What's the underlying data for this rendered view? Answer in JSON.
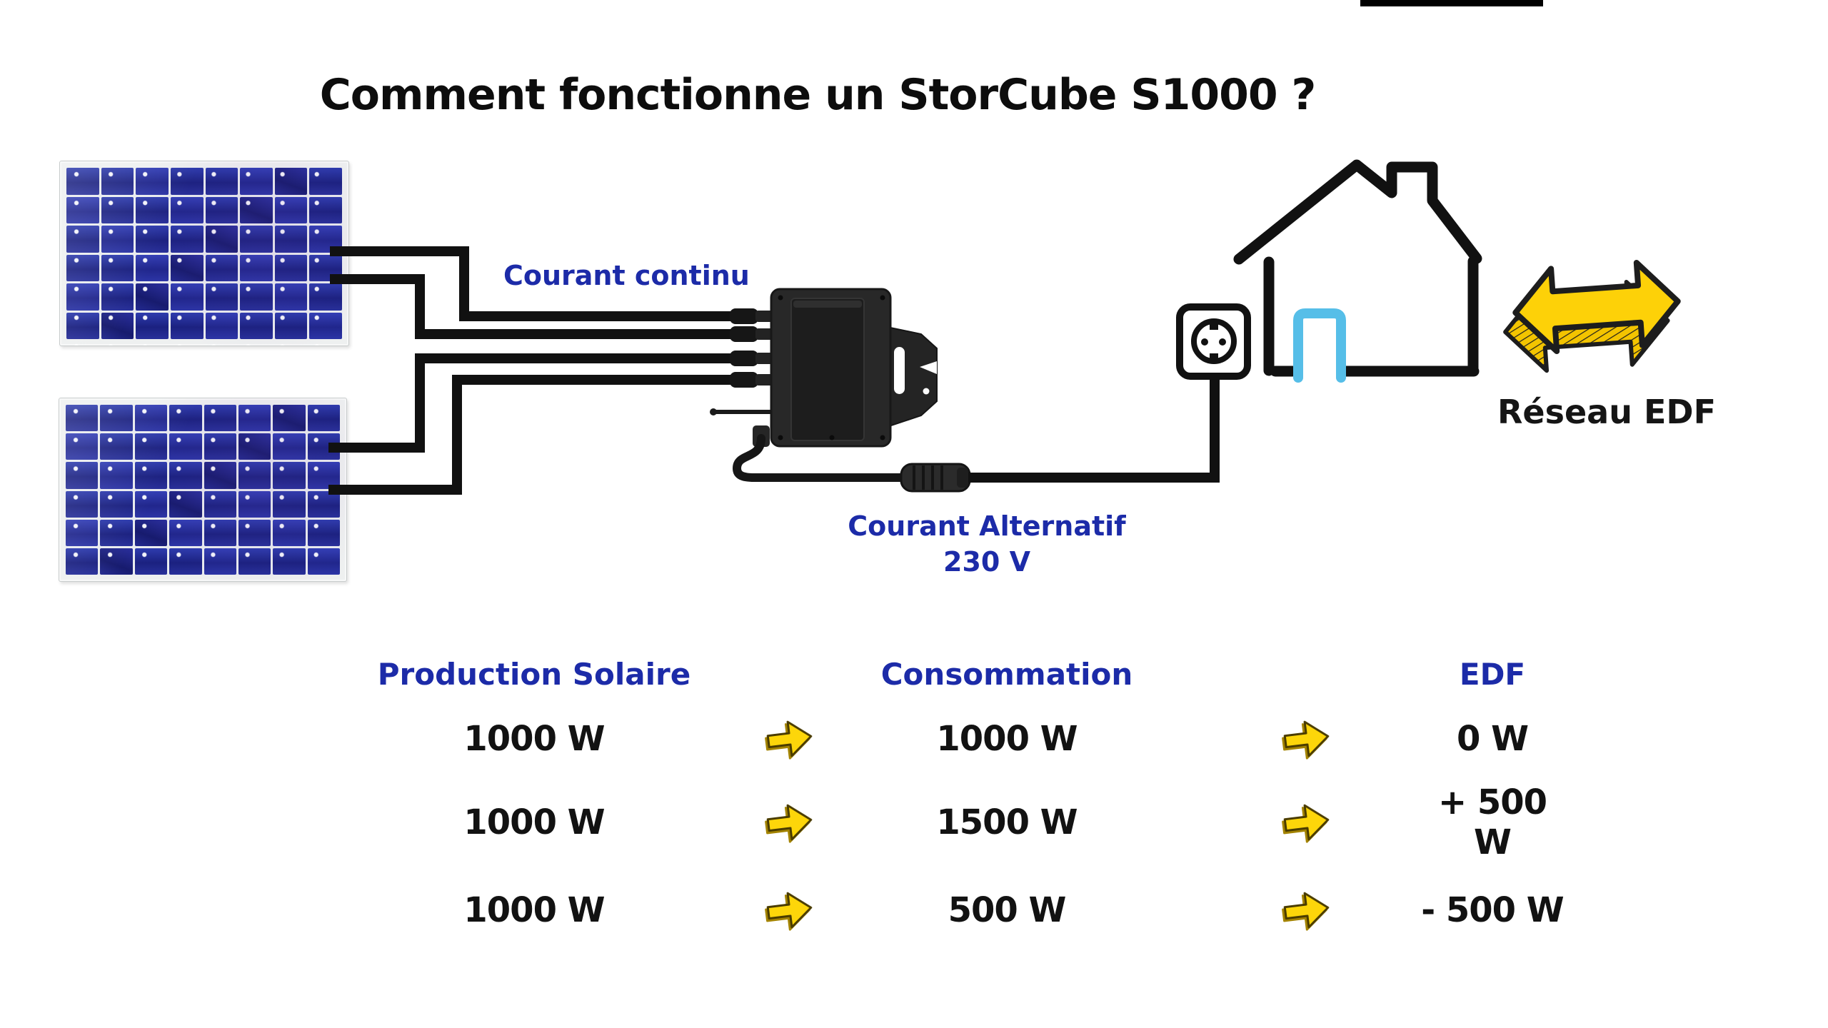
{
  "title": "Comment fonctionne un StorCube S1000 ?",
  "diagram": {
    "dc_label": "Courant continu",
    "ac_label_line1": "Courant Alternatif",
    "ac_label_line2": "230 V",
    "grid_label": "Réseau EDF"
  },
  "flow_table": {
    "col_production": "Production Solaire",
    "col_consumption": "Consommation",
    "col_grid": "EDF",
    "rows": [
      {
        "production": "1000 W",
        "consumption": "1000 W",
        "grid": "0 W"
      },
      {
        "production": "1000 W",
        "consumption": "1500 W",
        "grid": "+ 500 W"
      },
      {
        "production": "1000 W",
        "consumption": "500 W",
        "grid": "- 500 W"
      }
    ]
  },
  "colors": {
    "accent_blue": "#1c2ba8",
    "arrow_yellow": "#fdd108",
    "door_blue": "#56bee8",
    "wire_black": "#111111",
    "panel_navy": "#1b2180"
  },
  "icons": {
    "solar_panel": "solar-panel",
    "inverter": "micro-inverter",
    "outlet": "power-outlet-icon",
    "house": "house-icon",
    "grid_arrow": "double-arrow-icon",
    "flow_arrow": "right-arrow-icon"
  }
}
